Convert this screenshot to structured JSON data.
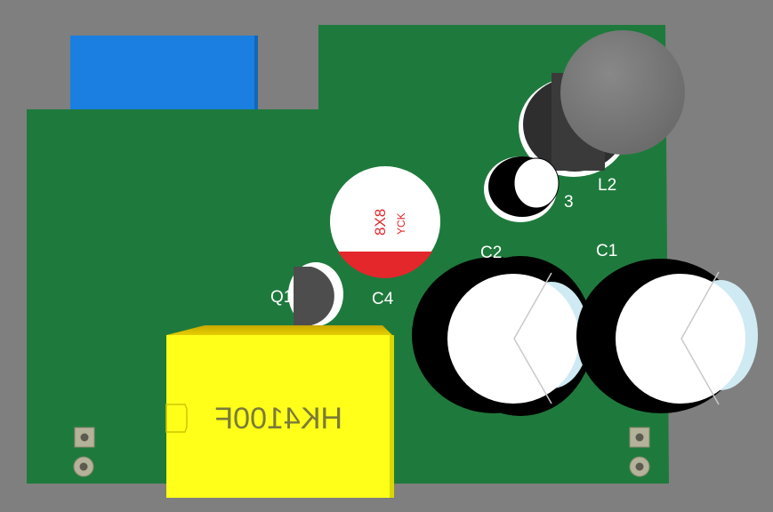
{
  "board": {
    "background_color": "#7f7f7f",
    "pcb_color": "#1e7a3c",
    "silkscreen_color": "#ffffff"
  },
  "components": {
    "l2": {
      "designator": "L2",
      "body_color": "#7a7a7a"
    },
    "c3": {
      "designator": "3"
    },
    "c2": {
      "designator": "C2"
    },
    "c1": {
      "designator": "C1"
    },
    "c4": {
      "designator": "C4",
      "size_marking": "8X8",
      "brand_marking": "YCK",
      "marking_color": "#e3272b"
    },
    "q1": {
      "designator": "Q1"
    },
    "relay": {
      "marking": "HK4100F",
      "body_color": "#ffff1a"
    },
    "connector": {
      "body_color": "#1a7fe0"
    }
  }
}
